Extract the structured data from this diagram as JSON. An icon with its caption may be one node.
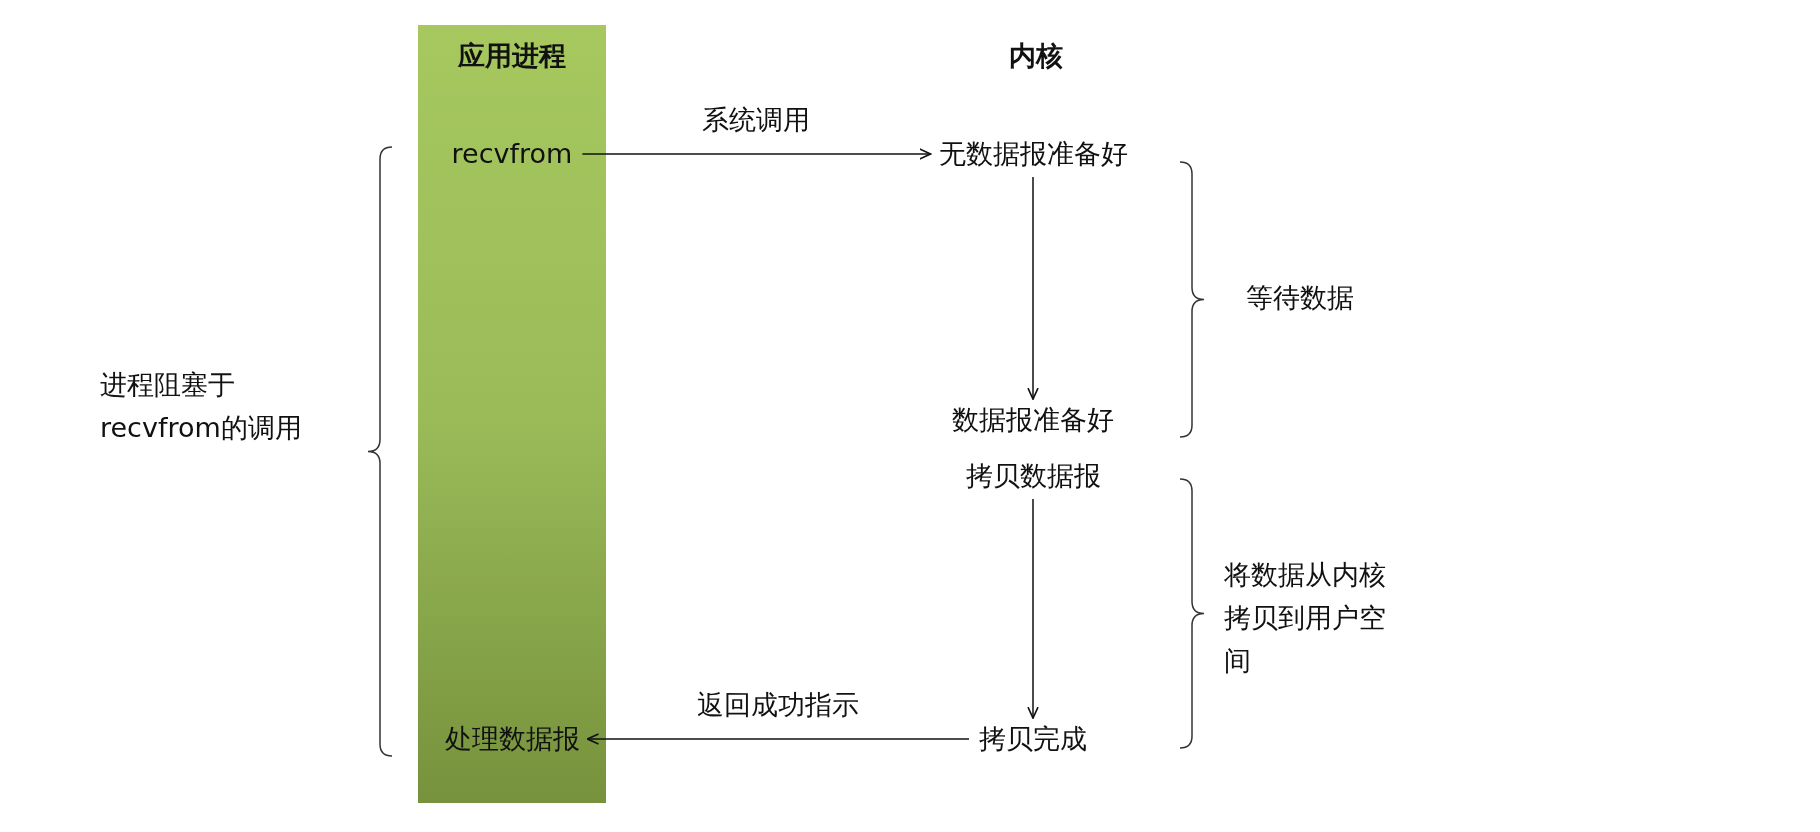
{
  "diagram": {
    "nodes": [
      {
        "text": [
          "应用进程"
        ]
      },
      {
        "text": [
          "recvfrom"
        ],
        "in": 0
      },
      {
        "text": [
          "处理数据报"
        ],
        "in": 0
      },
      {
        "text": [
          "无数据报准备好"
        ]
      },
      {
        "text": [
          "数据报准备好"
        ]
      },
      {
        "text": [
          "拷贝数据报"
        ]
      },
      {
        "text": [
          "拷贝完成"
        ]
      }
    ],
    "edges": [
      {
        "from": 1,
        "to": 3,
        "arrow": "to",
        "label": "系统调用"
      },
      {
        "from": 3,
        "to": 4,
        "arrow": "to"
      },
      {
        "from": 5,
        "to": 6,
        "arrow": "to"
      },
      {
        "from": 6,
        "to": 2,
        "arrow": "to",
        "label": "返回成功指示"
      }
    ],
    "labels": [
      "内核",
      "进程阻塞于recvfrom的调用",
      "等待数据",
      "将数据从内核拷贝到用户空间"
    ]
  }
}
